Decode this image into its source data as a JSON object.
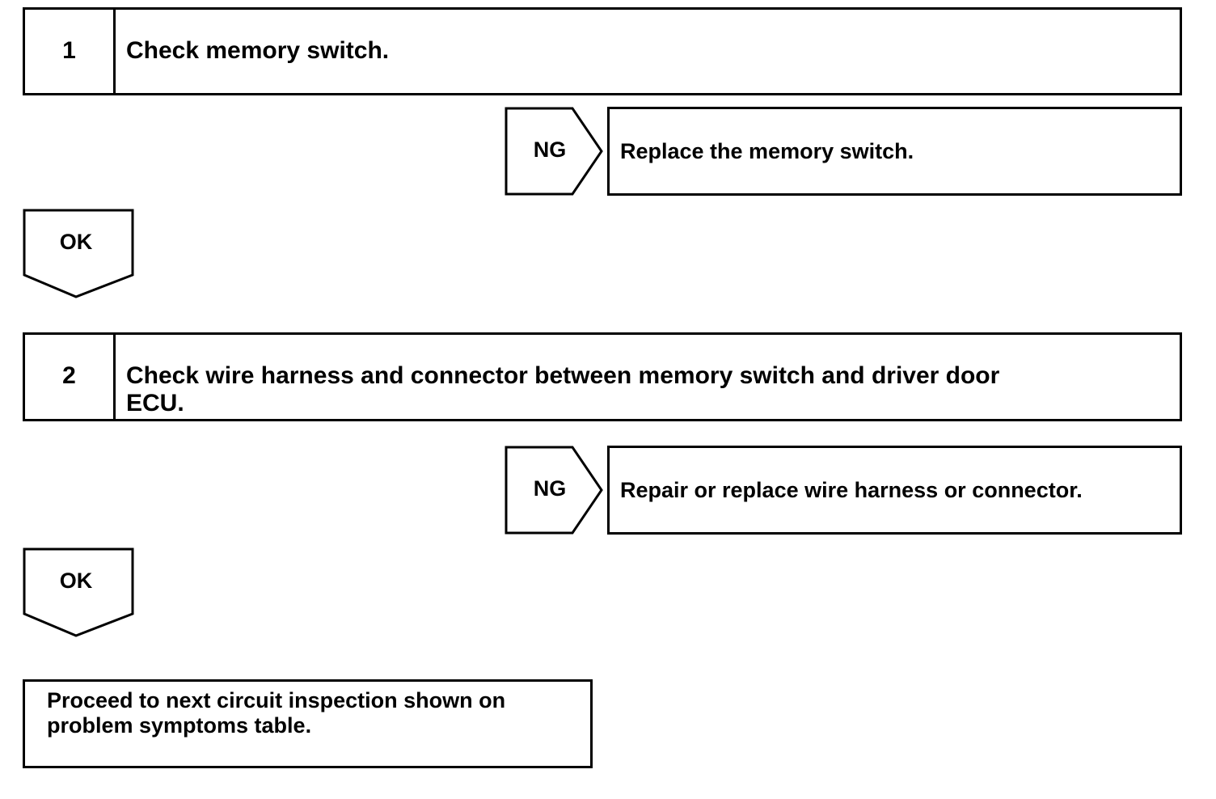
{
  "steps": [
    {
      "number": "1",
      "text": "Check memory switch.",
      "ng_label": "NG",
      "ng_action": "Replace the memory switch.",
      "ok_label": "OK"
    },
    {
      "number": "2",
      "text": "Check wire harness and connector between memory switch and driver door\nECU.",
      "ng_label": "NG",
      "ng_action": "Repair or replace wire harness or connector.",
      "ok_label": "OK"
    }
  ],
  "final_step": {
    "text": "Proceed to next circuit inspection shown on\nproblem symptoms table."
  }
}
